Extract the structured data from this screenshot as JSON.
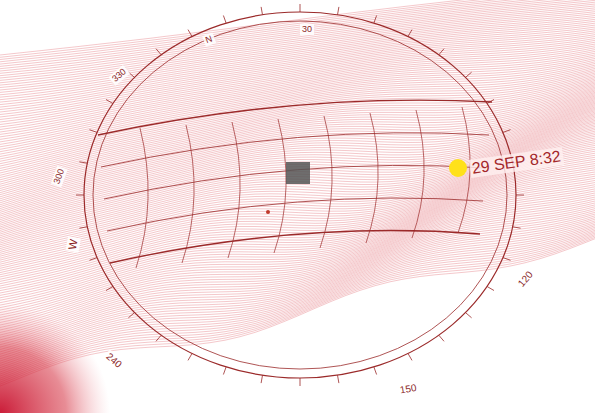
{
  "diagram": {
    "labels": [
      "N",
      "30",
      "330",
      "300",
      "W",
      "240",
      "150",
      "120",
      "29 SEP 8:32"
    ]
  }
}
